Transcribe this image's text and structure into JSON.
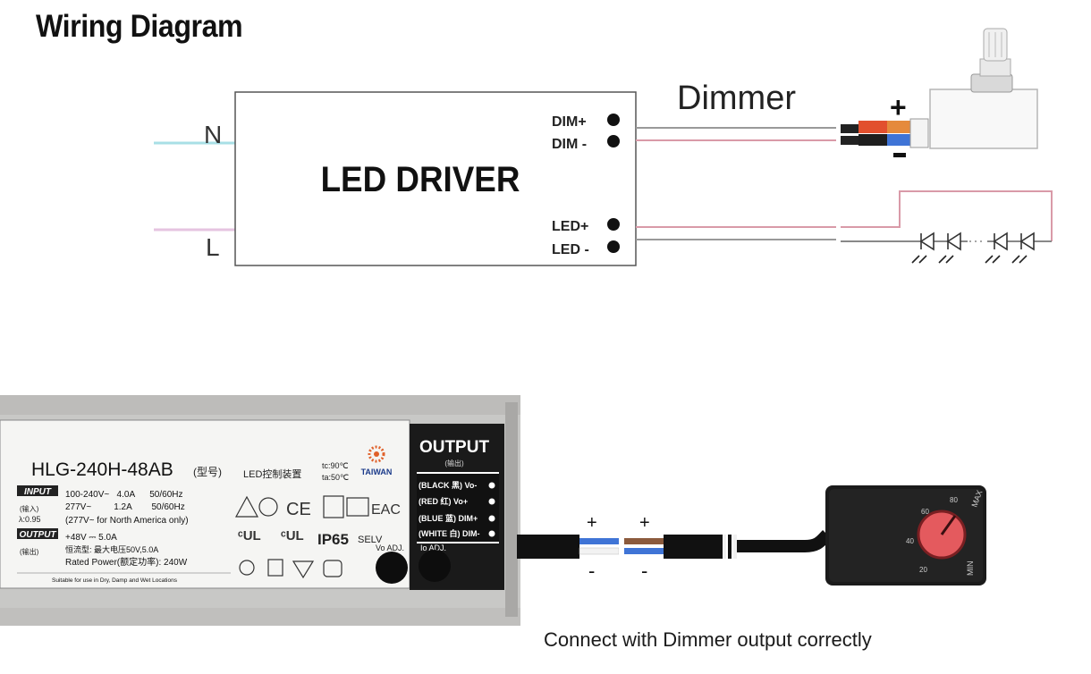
{
  "title": "Wiring Diagram",
  "diagram": {
    "driver_label": "LED DRIVER",
    "input_n": "N",
    "input_l": "L",
    "terminals": {
      "dim_plus": "DIM+",
      "dim_minus": "DIM -",
      "led_plus": "LED+",
      "led_minus": "LED -"
    },
    "dimmer_label": "Dimmer",
    "plus_sign": "+",
    "minus_sign": "-",
    "colors": {
      "neutral_wire": "#a8dfe6",
      "live_wire": "#e6c4e0",
      "pink_wire": "#d99aa8",
      "gray_wire": "#888888",
      "red_lead": "#e2502e",
      "orange_lead": "#e58a3c",
      "blue_lead": "#3f74d6"
    }
  },
  "label_panel": {
    "model": "HLG-240H-48AB",
    "model_note": "(型号)",
    "led_driver_cn": "LED控制装置",
    "tc": "tc:90℃",
    "ta": "ta:50℃",
    "brand": "TAIWAN",
    "input_tag": "INPUT",
    "input_cn": "(输入)",
    "input_line1": "100-240V~   4.0A      50/60Hz",
    "input_line2": "277V~         1.2A        50/60Hz",
    "input_line3": "(277V~ for North America only)",
    "pf": "λ:0.95",
    "output_tag": "OUTPUT",
    "output_cn": "(输出)",
    "output_line1": "+48V ⎓ 5.0A",
    "output_line2": "恒流型: 最大电压50V,5.0A",
    "rated_power": "Rated Power(额定功率): 240W",
    "suitable": "Suitable for use in Dry, Damp and Wet Locations",
    "ip_rating": "IP65",
    "selv": "SELV",
    "vo_adj": "Vo ADJ.",
    "io_adj": "Io ADJ.",
    "output_title": "OUTPUT",
    "output_title_cn": "(输出)",
    "out_rows": [
      "(BLACK 黑) Vo-",
      "(RED 红) Vo+",
      "(BLUE 蓝) DIM+",
      "(WHITE 白) DIM-"
    ],
    "knob_marks": [
      "MAX",
      "80",
      "60",
      "40",
      "20",
      "MIN"
    ]
  },
  "photo_plus": "+",
  "photo_minus": "-",
  "caption": "Connect with Dimmer output correctly"
}
